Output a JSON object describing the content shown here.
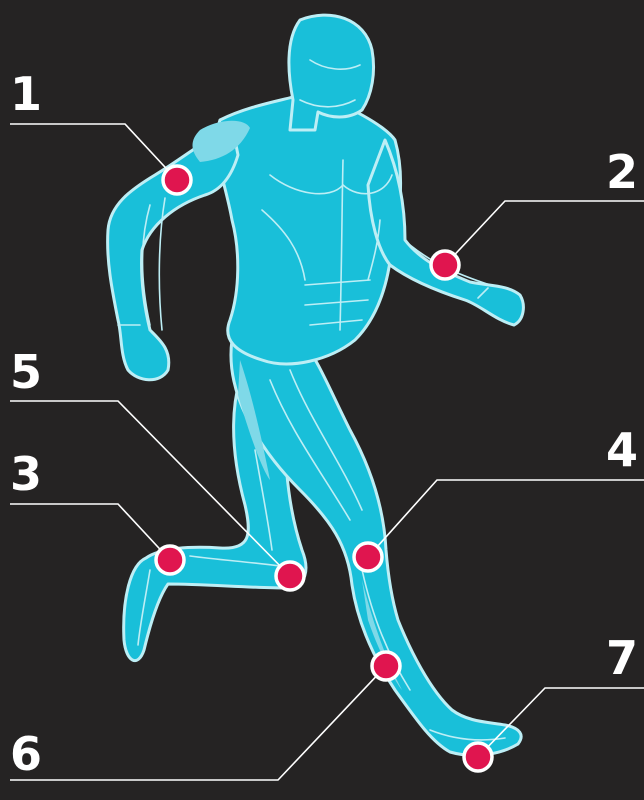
{
  "markers": [
    {
      "id": "1",
      "label": "1"
    },
    {
      "id": "2",
      "label": "2"
    },
    {
      "id": "3",
      "label": "3"
    },
    {
      "id": "4",
      "label": "4"
    },
    {
      "id": "5",
      "label": "5"
    },
    {
      "id": "6",
      "label": "6"
    },
    {
      "id": "7",
      "label": "7"
    }
  ],
  "colors": {
    "background": "#252323",
    "body": "#19bfd9",
    "body_outline": "#bdeef5",
    "marker": "#e0154f",
    "text": "#ffffff"
  }
}
